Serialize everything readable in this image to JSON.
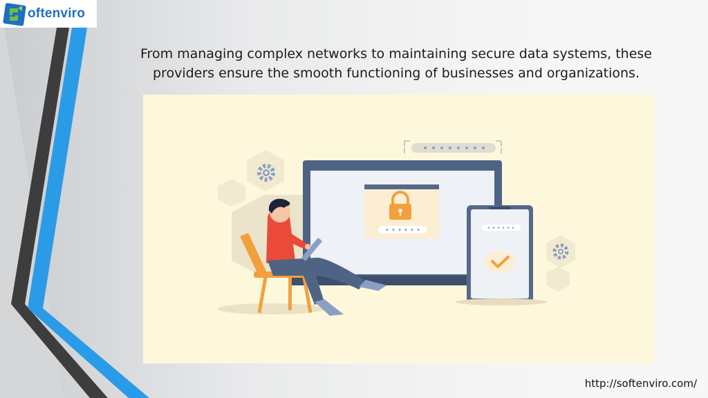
{
  "logo": {
    "text": "oftenviro",
    "icon": "softenviro-logo-icon"
  },
  "slide": {
    "text_line1": "From managing complex networks to maintaining secure data systems, these",
    "text_line2": "providers ensure the smooth functioning of businesses and organizations."
  },
  "illustration": {
    "icons": [
      "gear-icon",
      "padlock-icon",
      "checkmark-icon",
      "password-dots"
    ],
    "background_color": "#fdf8dc"
  },
  "footer": {
    "url": "http://softenviro.com/"
  },
  "colors": {
    "accent_blue": "#2a9be6",
    "dark_stripe": "#3d3d3d",
    "brand_blue": "#1f6fc2"
  }
}
